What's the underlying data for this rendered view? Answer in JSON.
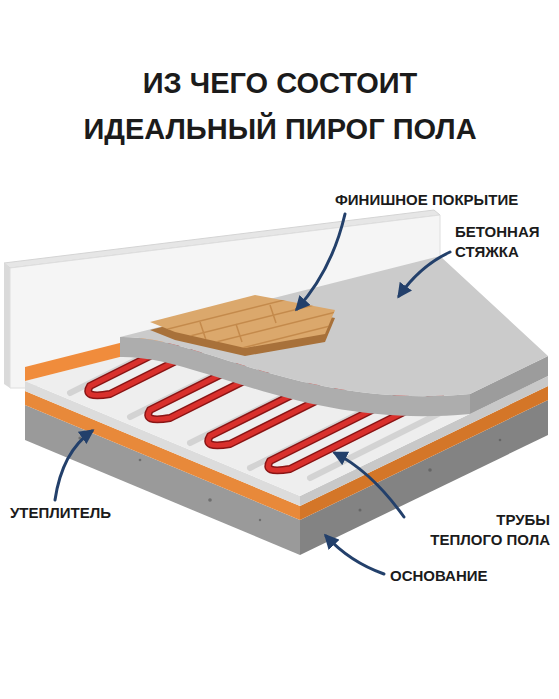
{
  "diagram": {
    "title": "ИЗ ЧЕГО СОСТОИТ ИДЕАЛЬНЫЙ ПИРОГ ПОЛА",
    "labels": [
      "ФИНИШНОЕ ПОКРЫТИЕ",
      "БЕТОННАЯ СТЯЖКА",
      "ТРУБЫ ТЕПЛОГО ПОЛА",
      "УТЕПЛИТЕЛЬ",
      "ОСНОВАНИЕ"
    ]
  }
}
